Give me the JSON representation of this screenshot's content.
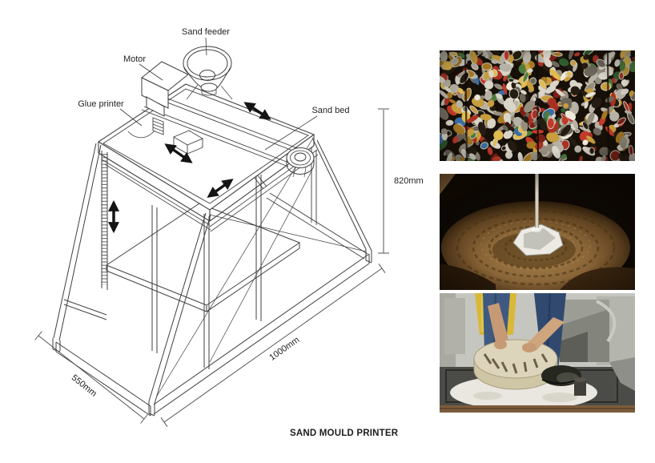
{
  "page": {
    "caption": "SAND MOULD PRINTER"
  },
  "diagram": {
    "labels": {
      "sand_feeder": "Sand feeder",
      "motor": "Motor",
      "glue_printer": "Glue printer",
      "sand_bed": "Sand bed"
    },
    "dimensions": {
      "height": "820mm",
      "length": "1000mm",
      "depth": "550mm"
    }
  },
  "photos": [
    {
      "name": "crushed-aluminium-cans-bale"
    },
    {
      "name": "molten-metal-pour-into-printed-sand-mould"
    },
    {
      "name": "worker-lifting-printed-sand-mould"
    }
  ],
  "colors": {
    "line": "#3f3f3f",
    "text": "#231f20",
    "arrow": "#141414",
    "background": "#ffffff"
  }
}
